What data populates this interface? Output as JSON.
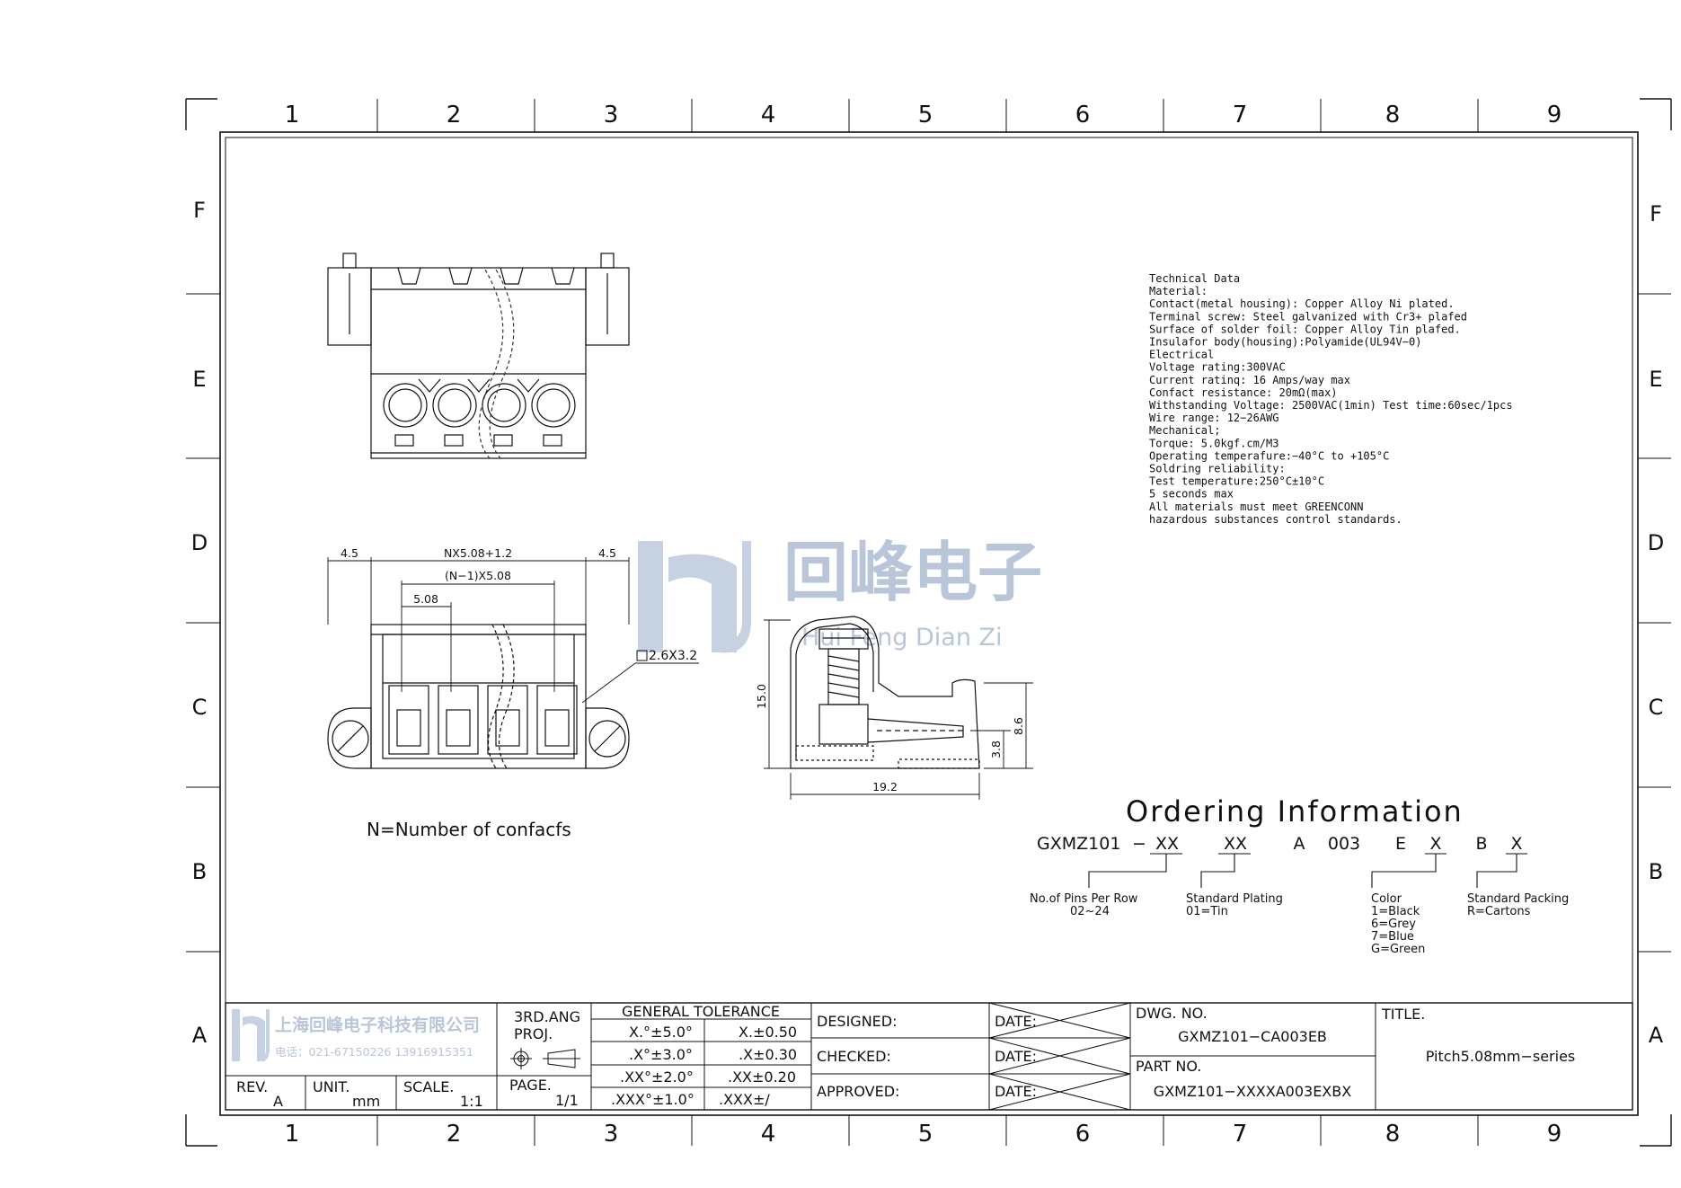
{
  "frame": {
    "columns": [
      "1",
      "2",
      "3",
      "4",
      "5",
      "6",
      "7",
      "8",
      "9"
    ],
    "rows": [
      "F",
      "E",
      "D",
      "C",
      "B",
      "A"
    ]
  },
  "watermark": {
    "chinese": "回峰电子",
    "pinyin": "Hui Feng Dian Zi"
  },
  "technical_data": [
    "Technical Data",
    "Material:",
    "Contact(metal housing): Copper Alloy Ni plated.",
    "Terminal screw: Steel galvanized with Cr3+ plafed",
    "Surface of solder foil: Copper Alloy Tin plafed.",
    "Insulafor body(housing):Polyamide(UL94V−0)",
    "Electrical",
    "Voltage rating:300VAC",
    "Current ratinq: 16 Amps/way max",
    "Confact resistance: 20mΩ(max)",
    "Withstanding Voltage: 2500VAC(1min) Test time:60sec/1pcs",
    "Wire range: 12−26AWG",
    "Mechanical;",
    "Torque: 5.0kgf.cm/M3",
    "Operating temperafure:−40°C to +105°C",
    "Soldring reliability:",
    "Test temperature:250°C±10°C",
    "5 seconds max",
    "All materials must meet GREENCONN",
    "hazardous substances control standards."
  ],
  "front_view": {
    "dim_side_left": "4.5",
    "dim_side_right": "4.5",
    "dim_total": "NX5.08+1.2",
    "dim_span": "(N−1)X5.08",
    "dim_pitch": "5.08",
    "hole_callout": "2.6X3.2",
    "note": "N=Number of confacfs"
  },
  "side_view": {
    "height": "15.0",
    "depth": "19.2",
    "pin_height": "8.6",
    "pin_offset": "3.8"
  },
  "ordering": {
    "title": "Ordering Information",
    "prefix": "GXMZ101",
    "dash": "−",
    "code_pins": "XX",
    "code_plating": "XX",
    "code_a": "A",
    "code_003": "003",
    "code_e": "E",
    "code_color": "X",
    "code_b": "B",
    "code_pack": "X",
    "pins_label": "No.of Pins Per Row",
    "pins_range": "02~24",
    "plating_label": "Standard Plating",
    "plating_value": "01=Tin",
    "color_label": "Color",
    "color_values": [
      "1=Black",
      "6=Grey",
      "7=Blue",
      "G=Green"
    ],
    "packing_label": "Standard Packing",
    "packing_value": "R=Cartons"
  },
  "title_block": {
    "company": "上海回峰电子科技有限公司",
    "phone": "电话：021-67150226 13916915351",
    "rev_label": "REV.",
    "rev_value": "A",
    "unit_label": "UNIT.",
    "unit_value": "mm",
    "scale_label": "SCALE.",
    "scale_value": "1:1",
    "proj_label1": "3RD.ANG",
    "proj_label2": "PROJ.",
    "page_label": "PAGE.",
    "page_value": "1/1",
    "tolerance_title": "GENERAL TOLERANCE",
    "tolerance": [
      [
        "X.°±5.0°",
        "X.±0.50"
      ],
      [
        ".X°±3.0°",
        ".X±0.30"
      ],
      [
        ".XX°±2.0°",
        ".XX±0.20"
      ],
      [
        ".XXX°±1.0°",
        ".XXX±/"
      ]
    ],
    "designed": "DESIGNED:",
    "checked": "CHECKED:",
    "approved": "APPROVED:",
    "date": "DATE:",
    "dwg_label": "DWG. NO.",
    "dwg_value": "GXMZ101−CA003EB",
    "part_label": "PART NO.",
    "part_value": "GXMZ101−XXXXA003EXBX",
    "title_label": "TITLE.",
    "title_value": "Pitch5.08mm−series"
  }
}
